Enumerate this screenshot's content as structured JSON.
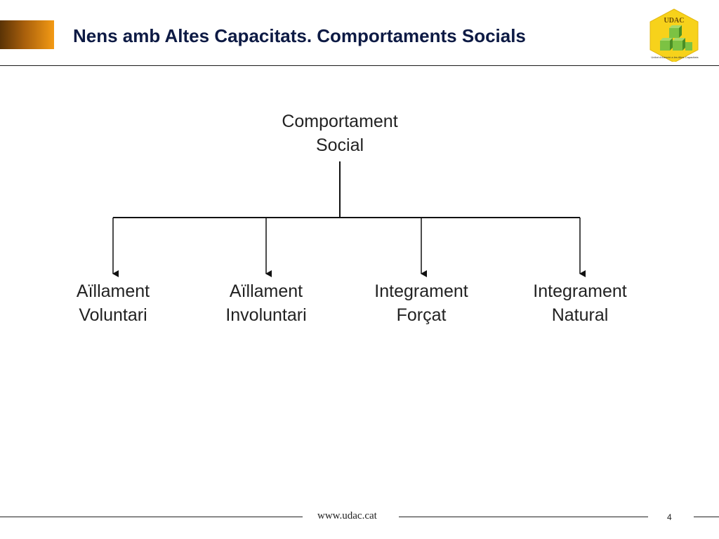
{
  "slide": {
    "title": "Nens amb Altes Capacitats. Comportaments Socials",
    "accent_color": "#f39a14"
  },
  "logo": {
    "text": "UDAC",
    "caption": "Unitat d'Atenció a les Altes Capacitats",
    "colors": {
      "hexagon": "#f7d21b",
      "cube_front": "#7cc243",
      "cube_top": "#a7d96a",
      "cube_side": "#4a8f25"
    }
  },
  "diagram": {
    "root": {
      "line1": "Comportament",
      "line2": "Social"
    },
    "children": [
      {
        "line1": "Aïllament",
        "line2": "Voluntari"
      },
      {
        "line1": "Aïllament",
        "line2": "Involuntari"
      },
      {
        "line1": "Integrament",
        "line2": "Forçat"
      },
      {
        "line1": "Integrament",
        "line2": "Natural"
      }
    ]
  },
  "footer": {
    "url": "www.udac.cat",
    "page_number": "4"
  }
}
